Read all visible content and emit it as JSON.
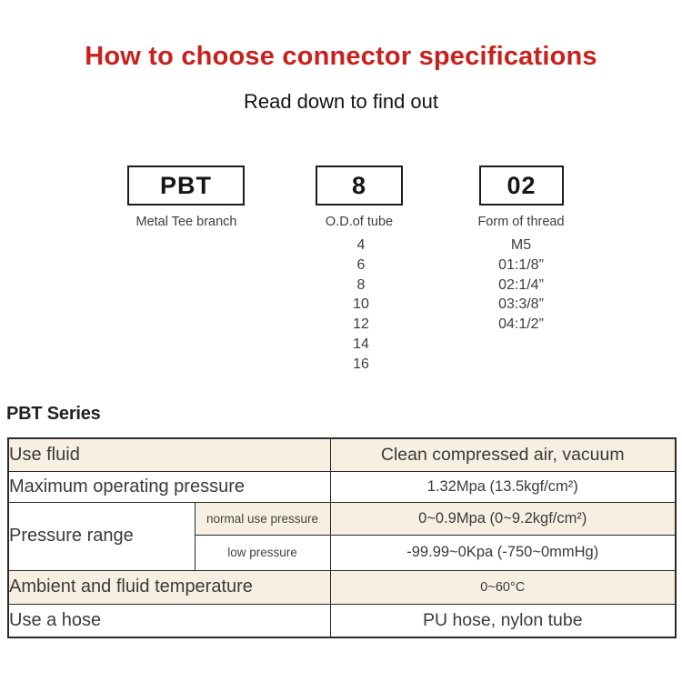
{
  "header": {
    "title": "How to choose connector specifications",
    "subtitle": "Read down to find out"
  },
  "diagram": {
    "boxes": [
      {
        "code": "PBT",
        "label": "Metal Tee branch",
        "options": []
      },
      {
        "code": "8",
        "label": "O.D.of tube",
        "options": [
          "4",
          "6",
          "8",
          "10",
          "12",
          "14",
          "16"
        ]
      },
      {
        "code": "02",
        "label": "Form of thread",
        "options": [
          "M5",
          "01:1/8”",
          "02:1/4”",
          "03:3/8”",
          "04:1/2”"
        ]
      }
    ]
  },
  "table_section": {
    "heading": "PBT Series",
    "rows": [
      {
        "label": "Use fluid",
        "value": "Clean compressed air, vacuum"
      },
      {
        "label": "Maximum operating pressure",
        "value": "1.32Mpa (13.5kgf/cm²)"
      },
      {
        "label": "Pressure range",
        "sub": [
          {
            "label": "normal use pressure",
            "value": "0~0.9Mpa (0~9.2kgf/cm²)"
          },
          {
            "label": "low pressure",
            "value": "-99.99~0Kpa (-750~0mmHg)"
          }
        ]
      },
      {
        "label": "Ambient and fluid temperature",
        "value": "0~60°C"
      },
      {
        "label": "Use a hose",
        "value": "PU hose, nylon tube"
      }
    ]
  },
  "colors": {
    "accent_red": "#c8211d",
    "table_cream": "#f6efe2",
    "table_border": "#2a2a2a",
    "text_dark": "#3b3b3b"
  }
}
